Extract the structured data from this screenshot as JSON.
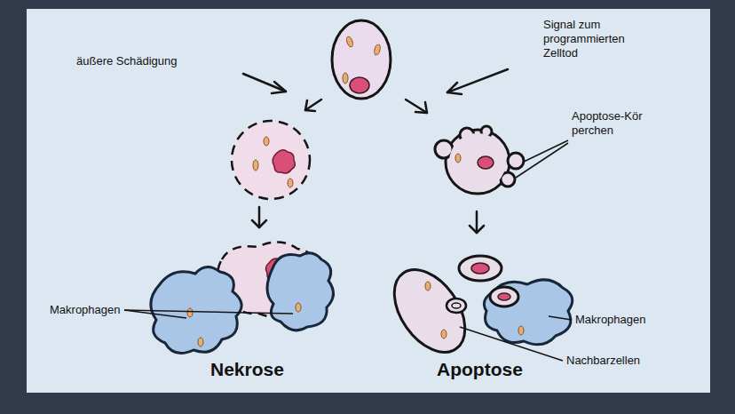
{
  "diagram": {
    "labels": [
      "äußere Schädigung",
      "Signal zum programmierten Zelltod",
      "Apoptose-Kör perchen",
      "Makrophagen",
      "Makrophagen",
      "Nekrose",
      "Apoptose",
      "Nachbarzellen"
    ]
  }
}
